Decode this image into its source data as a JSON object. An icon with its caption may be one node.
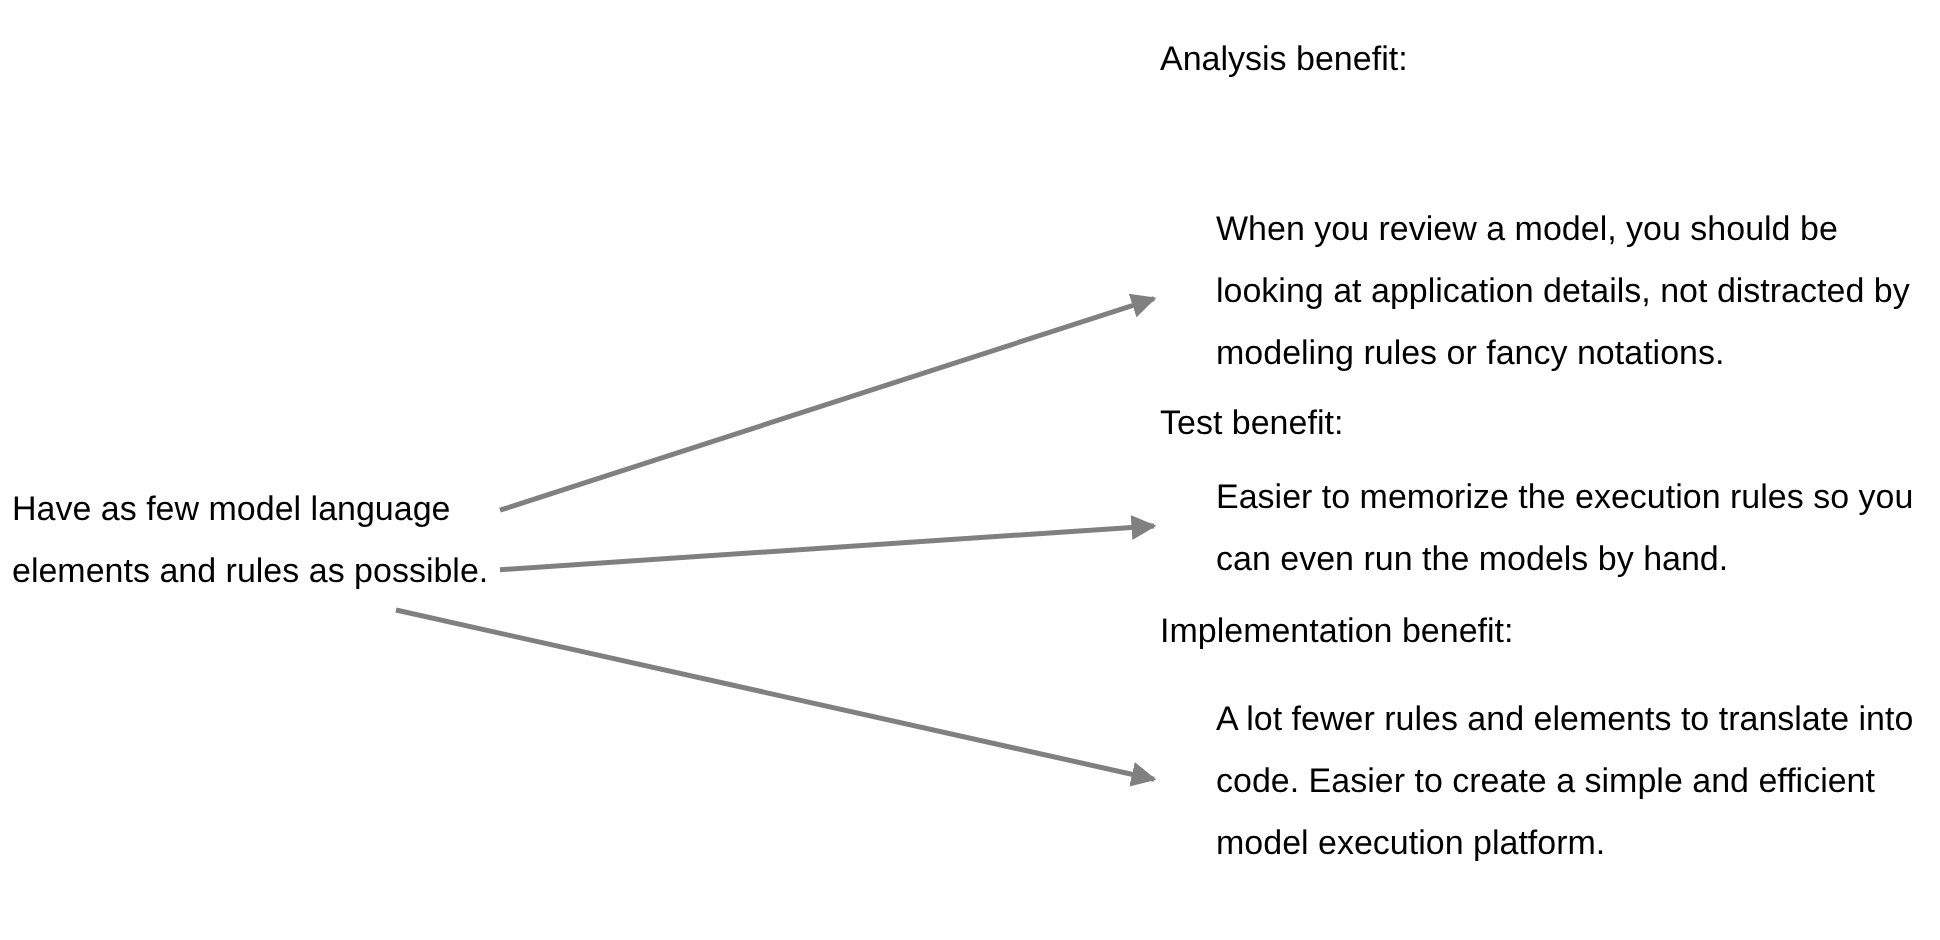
{
  "diagram": {
    "nodes": [
      {
        "text": [
          "Have as few model language elements and rules as possible."
        ]
      },
      {
        "text": [
          "Analysis benefit:",
          "When you review a model, you should be looking at application details, not distracted by modeling rules or fancy notations."
        ]
      },
      {
        "text": [
          "Test benefit:",
          "Easier to memorize the execution rules so you can even run the models by hand."
        ]
      },
      {
        "text": [
          "Implementation benefit:",
          "A lot fewer rules and elements to translate into code.  Easier to create a simple and efficient model execution platform."
        ]
      }
    ],
    "edges": [
      {
        "from": 0,
        "to": 1,
        "arrow": "to"
      },
      {
        "from": 0,
        "to": 2,
        "arrow": "to"
      },
      {
        "from": 0,
        "to": 3,
        "arrow": "to"
      }
    ]
  }
}
